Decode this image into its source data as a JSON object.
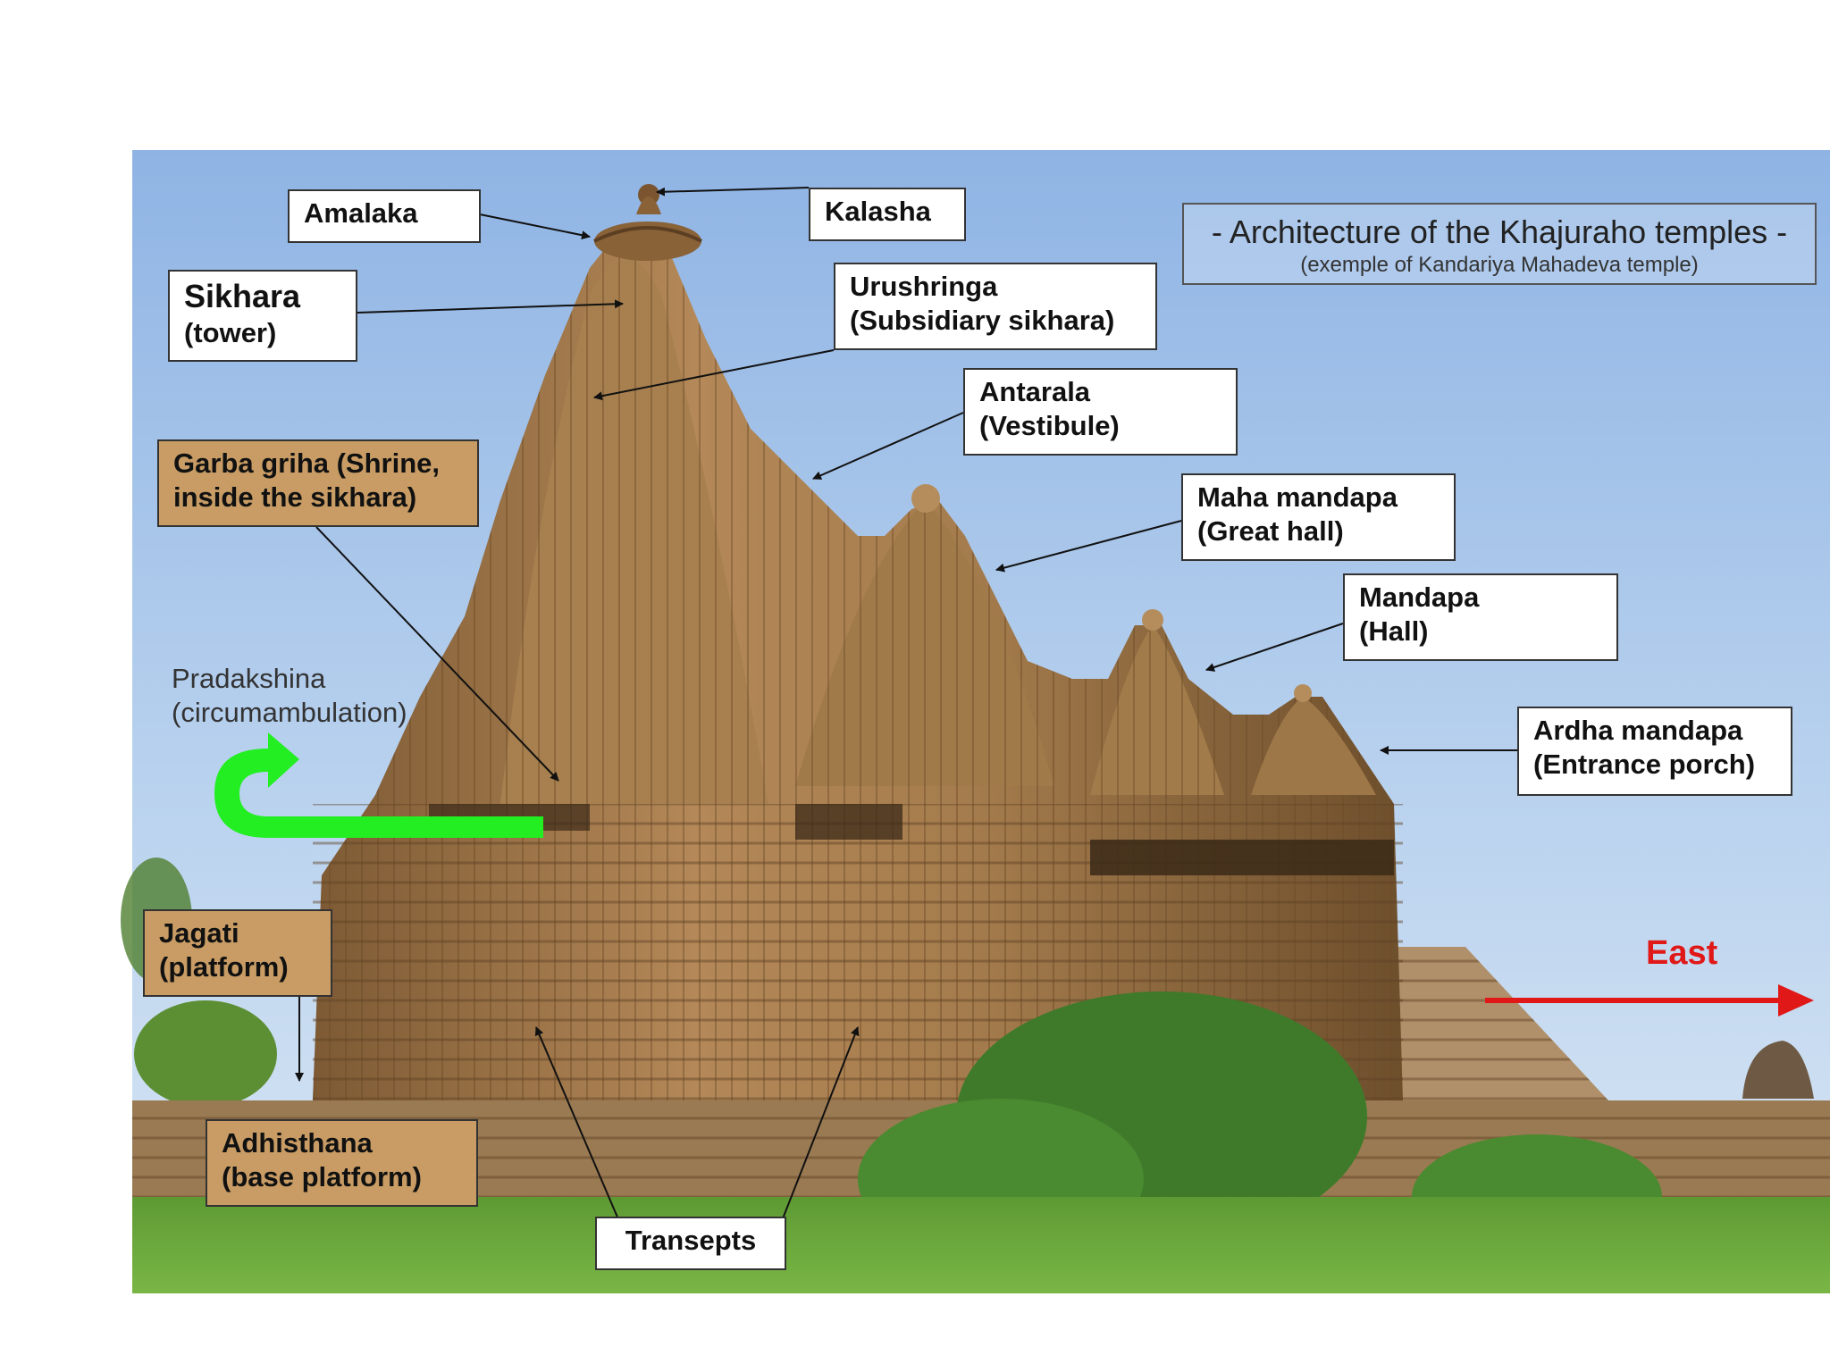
{
  "title": {
    "main": "- Architecture of the Khajuraho temples -",
    "sub": "(exemple of Kandariya Mahadeva temple)"
  },
  "labels": {
    "amalaka": "Amalaka",
    "kalasha": "Kalasha",
    "sikhara": {
      "line1": "Sikhara",
      "line2": "(tower)"
    },
    "urushringa": {
      "line1": "Urushringa",
      "line2": "(Subsidiary sikhara)"
    },
    "antarala": {
      "line1": "Antarala",
      "line2": "(Vestibule)"
    },
    "garba_griha": {
      "line1": "Garba griha (Shrine,",
      "line2": "inside the sikhara)"
    },
    "maha_mandapa": {
      "line1": "Maha mandapa",
      "line2": "(Great hall)"
    },
    "mandapa": {
      "line1": "Mandapa",
      "line2": "(Hall)"
    },
    "ardha_mandapa": {
      "line1": "Ardha mandapa",
      "line2": "(Entrance porch)"
    },
    "pradakshina": {
      "line1": "Pradakshina",
      "line2": "(circumambulation)"
    },
    "jagati": {
      "line1": "Jagati",
      "line2": "(platform)"
    },
    "adhisthana": {
      "line1": "Adhisthana",
      "line2": "(base platform)"
    },
    "transepts": "Transepts",
    "east": "East"
  },
  "colors": {
    "label_bg": "#ffffff",
    "label_tan_bg": "#c89c64",
    "circumambulation_arrow": "#22ee22",
    "east_arrow": "#e01818",
    "sky": "#a9c8ec",
    "stone": "#a97f4e",
    "grass": "#6cab3c"
  }
}
